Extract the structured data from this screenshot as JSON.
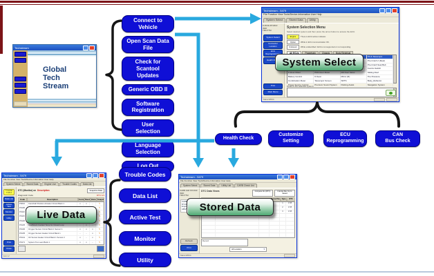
{
  "colors": {
    "accent_maroon": "#7c1417",
    "button_blue": "#0f0fd6",
    "arrow_cyan": "#29a9df",
    "stamp_green": "#4faa74",
    "bottom_border": "#b9c7dc"
  },
  "gts": {
    "title": "Techstream",
    "logo_lines": [
      "Global",
      "Tech",
      "Stream"
    ]
  },
  "menu_buttons": [
    "Connect to Vehicle",
    "Open Scan Data File",
    "Check for Scantool\nUpdates",
    "Generic OBD II",
    "Software\nRegistration",
    "User\nSelection",
    "Language\nSelection",
    "Log Out"
  ],
  "function_buttons": [
    "Health Check",
    "Customize\nSetting",
    "ECU\nReprogramming",
    "CAN\nBus Check"
  ],
  "diagnostic_buttons": [
    "Trouble Codes",
    "Data List",
    "Active Test",
    "Monitor",
    "Utility"
  ],
  "overlay_labels": {
    "system": "System Select",
    "live": "Live Data",
    "stored": "Stored Data"
  },
  "system_window": {
    "title": "Techstream - 5479",
    "menu": "File   Function   View   Tools/Device-Information   User   Help",
    "tabs": [
      "System Select",
      "Stored Data",
      "Utility"
    ],
    "info": "1UR-FE MY2010\n4WD\nTMC/TTM",
    "sidebar_buttons": [
      "System Select",
      "Connector Location",
      "ECU Reprogramming",
      "Health Check"
    ],
    "bottom_buttons": [
      "Print",
      "Main Menu"
    ],
    "heading": "System Selection Menu",
    "desc": "Select desired system and then press the arrow button to access the ECU.",
    "legend": [
      {
        "chip": "Engine",
        "text": "There is ECU active indicator."
      },
      {
        "chip": "Option",
        "text": "While in ECU communication OK."
      },
      {
        "chip": "Unknown",
        "text": "While unidentified / ECUs not supported or not responding."
      }
    ],
    "table_tabs": [
      "All ECUs",
      "Powertrain",
      "Chassis",
      "Body Electrical"
    ],
    "table_cells": [
      "Engine",
      "ABS/VSC/TRC",
      "Body (Sliding)",
      "Tilt & Telescopic",
      "Cruise Control",
      "SRS Airbag",
      "Pre-Crash",
      "Pre-Crash 2 (Rear)",
      "Air Conditioner",
      "EMPS",
      "Pre-Collision",
      "Pre-Crash Seat Belt",
      "Main Body",
      "D-Door Motor",
      "PM2 Door Motor",
      "Combo Switch",
      "P-Door Motor",
      "PM1 Door Motor",
      "RR Door Motor",
      "Sliding Roof",
      "Battery Control",
      "D-Seat",
      "Mirror (R)",
      "Tire Pressure",
      "Combination Meter",
      "Telescopic Screen",
      "SRTS",
      "Body_Reflector",
      "Power Source Control",
      "Premium Sound System",
      "Parking Assist",
      "Navigation System"
    ],
    "detail_label": "Detail of the selected system:",
    "status": "Main/J2534"
  },
  "live_window": {
    "title": "Techstream - 5479",
    "menu": "File   Function   View   Tools/Device-Information   User   Help",
    "tabs": [
      "System Select",
      "Stored Data",
      "Engine Live",
      "Trouble Codes",
      "Data List"
    ],
    "hdr_dtc": "DTC (Monitor) on",
    "hdr_desc": "Description",
    "hdr_snapshot": "Snapshot Data",
    "hdr2_left": "Diagnostic Code",
    "hdr2_right": "DTC 1/1",
    "cols": [
      "Code",
      "Description",
      "Current",
      "Pending",
      "History",
      "Snapshot"
    ],
    "rows": [
      {
        "code": "P0010",
        "desc": "Camshaft Position Actuator Circuit Bank 1",
        "cur": "x",
        "pen": "x",
        "his": "-",
        "snap": "✎"
      },
      {
        "code": "P0100",
        "desc": "Mass or Volume Air Flow Circuit Malfunction",
        "cur": "x",
        "pen": "-",
        "his": "x",
        "snap": "✎"
      },
      {
        "code": "P0110",
        "desc": "Intake Air Temperature Circuit Malfunction",
        "cur": "-",
        "pen": "x",
        "his": "x",
        "snap": "✎"
      },
      {
        "code": "P0115",
        "desc": "Engine Coolant Temperature Circuit Malfunction",
        "cur": "x",
        "pen": "x",
        "his": "-",
        "snap": "✎"
      },
      {
        "code": "P0120",
        "desc": "Throttle / Pedal Position Sensor Circuit",
        "cur": "x",
        "pen": "-",
        "his": "-",
        "snap": "✎"
      },
      {
        "code": "P0125",
        "desc": "Insufficient Coolant Temp for Closed Loop",
        "cur": "-",
        "pen": "x",
        "his": "-",
        "snap": "✎"
      },
      {
        "code": "P0130",
        "desc": "Oxygen Sensor Circuit Bank 1 Sensor 1",
        "cur": "x",
        "pen": "x",
        "his": "x",
        "snap": "✎"
      },
      {
        "code": "P0135",
        "desc": "Oxygen Sensor Heater Circuit Bank 1",
        "cur": "-",
        "pen": "-",
        "his": "x",
        "snap": "✎"
      },
      {
        "code": "P0141",
        "desc": "O2 Sensor Heater Circuit Bank 1 Sensor 2",
        "cur": "x",
        "pen": "-",
        "his": "x",
        "snap": "✎"
      },
      {
        "code": "P0171",
        "desc": "System Too Lean Bank 1",
        "cur": "x",
        "pen": "x",
        "his": "-",
        "snap": "✎"
      },
      {
        "code": "P0300",
        "desc": "Random / Multiple Cylinder Misfire Detected",
        "cur": "-",
        "pen": "x",
        "his": "x",
        "snap": "✎"
      }
    ],
    "sidebar_yellow": "Trouble Codes",
    "sidebar_buttons": [
      "Data List",
      "Active Test",
      "Monitor",
      "Utility"
    ],
    "bottom_buttons": [
      "Print",
      "Close"
    ],
    "status": "12.1 V"
  },
  "stored_window": {
    "title": "Techstream - 5479",
    "menu": "File   Function   View   Tools/Device-Information   User   Help",
    "tabs": [
      "System Select",
      "Stored Data",
      "Utility List",
      "CARB Check List"
    ],
    "info": "CARB 1GR MY2010\n4WD\nTMC/TTM",
    "tree": "CARB OBD\n MY2010\n Engine\n ABS/VSC",
    "header": "DTC  Data Views",
    "box1": "Compare btn (DTC)",
    "box2": "Internal Rec Up to Saved",
    "cols": [
      "Number",
      "Date and Time",
      "Data Count",
      "Memo/Time",
      "Type",
      "DTC"
    ],
    "rows": [
      {
        "n": "E-Sys",
        "d": "",
        "c": "",
        "m": "",
        "t": "1",
        "x": "17/8"
      },
      {
        "n": "",
        "d": "",
        "c": "",
        "m": "",
        "t": "2",
        "x": "17/8"
      },
      {
        "n": "",
        "d": "",
        "c": "",
        "m": "",
        "t": "3",
        "x": "17/8"
      },
      {
        "n": "",
        "d": "",
        "c": "",
        "m": "",
        "t": "",
        "x": ""
      },
      {
        "n": "",
        "d": "",
        "c": "",
        "m": "",
        "t": "",
        "x": ""
      },
      {
        "n": "",
        "d": "",
        "c": "",
        "m": "",
        "t": "",
        "x": ""
      },
      {
        "n": "",
        "d": "",
        "c": "",
        "m": "",
        "t": "",
        "x": ""
      },
      {
        "n": "",
        "d": "",
        "c": "",
        "m": "",
        "t": "",
        "x": ""
      },
      {
        "n": "",
        "d": "",
        "c": "",
        "m": "",
        "t": "",
        "x": ""
      },
      {
        "n": "",
        "d": "",
        "c": "",
        "m": "",
        "t": "",
        "x": ""
      },
      {
        "n": "",
        "d": "",
        "c": "",
        "m": "",
        "t": "",
        "x": ""
      },
      {
        "n": "",
        "d": "",
        "c": "",
        "m": "",
        "t": "",
        "x": ""
      },
      {
        "n": "",
        "d": "",
        "c": "",
        "m": "",
        "t": "",
        "x": ""
      }
    ],
    "record_label": "Record",
    "dropdown": "All Location",
    "gray_button": "Refresh",
    "blue_button": "Print",
    "status": "Main/J2534"
  }
}
